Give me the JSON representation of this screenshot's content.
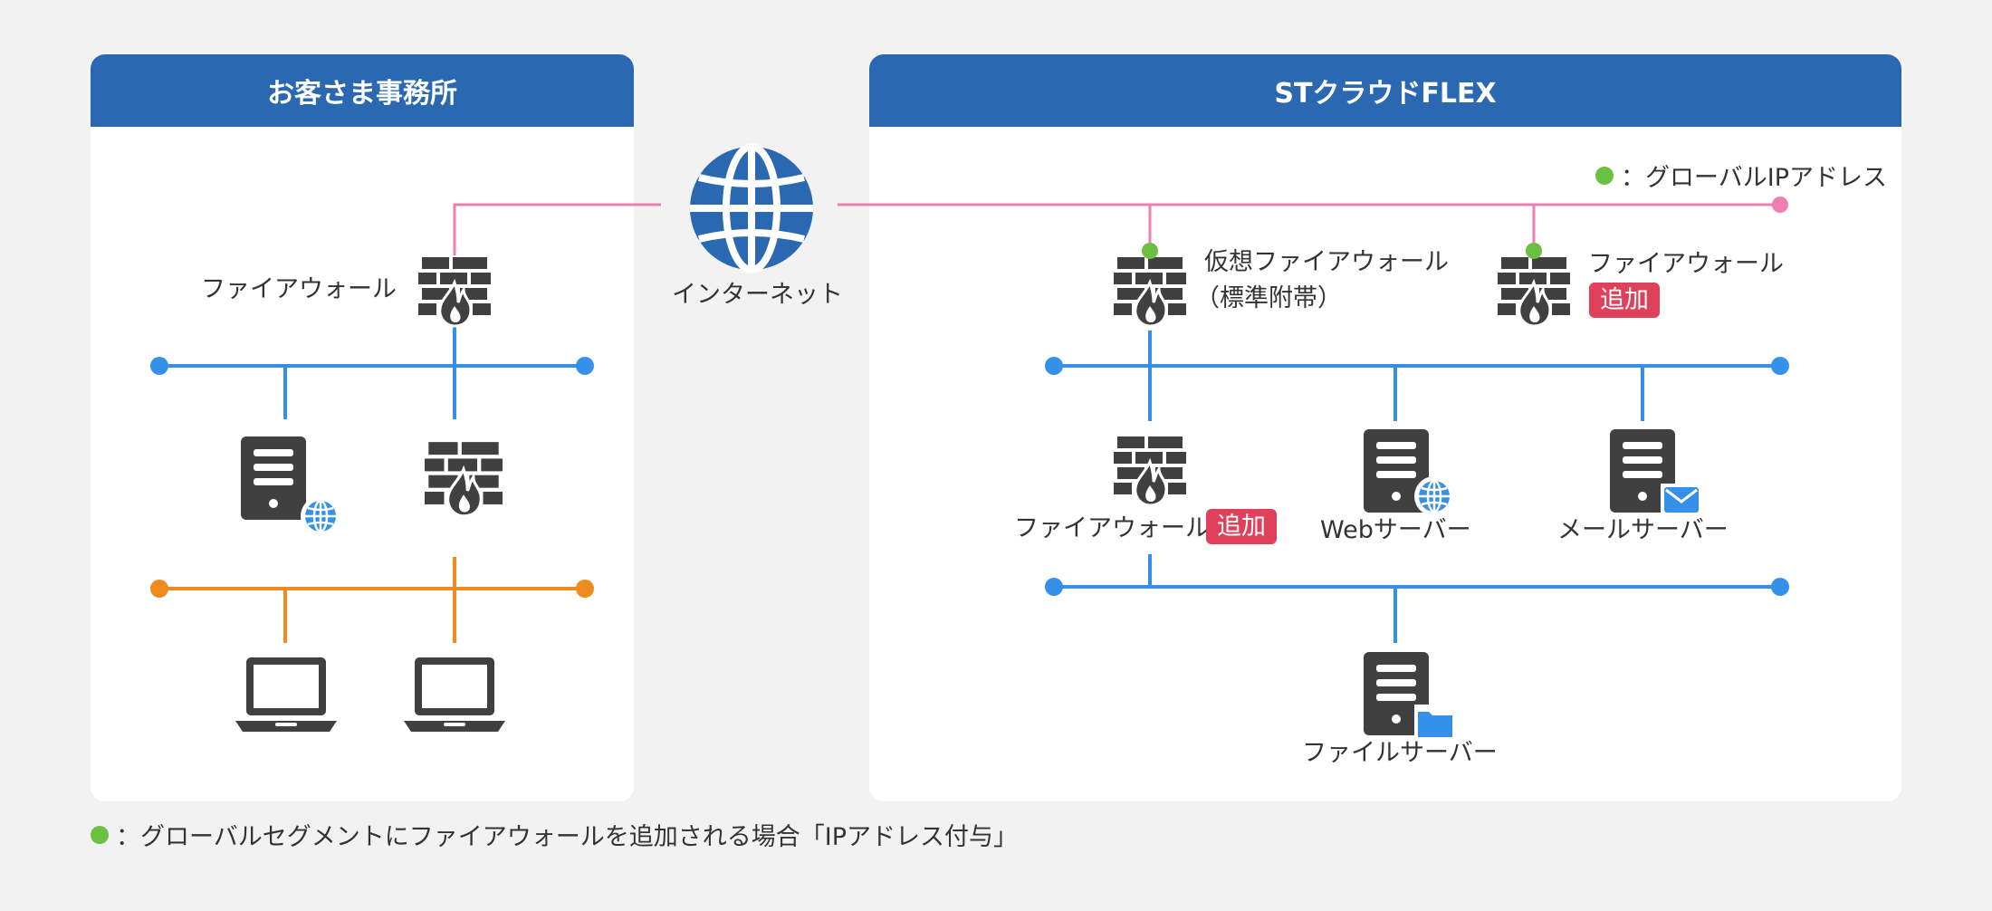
{
  "office": {
    "title": "お客さま事務所",
    "firewall_label": "ファイアウォール"
  },
  "internet": {
    "label": "インターネット"
  },
  "cloud": {
    "title": "STクラウドFLEX",
    "legend_text": "：グローバルIPアドレス",
    "virtual_fw_label_line1": "仮想ファイアウォール",
    "virtual_fw_label_line2": "（標準附帯）",
    "fw_added_label": "ファイアウォール",
    "fw_added_badge": "追加",
    "inner_fw_label": "ファイアウォール",
    "inner_fw_badge": "追加",
    "web_server_label": "Webサーバー",
    "mail_server_label": "メールサーバー",
    "file_server_label": "ファイルサーバー"
  },
  "footnote": "：グローバルセグメントにファイアウォールを追加される場合「IPアドレス付与」",
  "colors": {
    "header": "#2a68b1",
    "internet_line": "#ef7fb0",
    "lan_line": "#3590ea",
    "client_line": "#ef8a1e",
    "global_ip_dot": "#6bc041",
    "badge": "#e0415a",
    "icon": "#404040",
    "globe": "#2a68b1"
  }
}
